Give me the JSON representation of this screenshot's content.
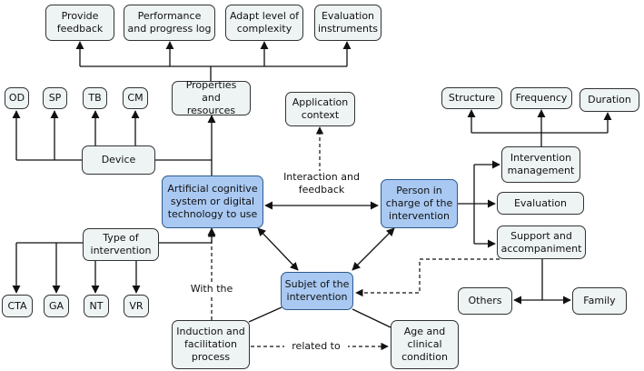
{
  "colors": {
    "box_fill": "#eef3f4",
    "central_fill": "#a9c9f2",
    "line": "#111111"
  },
  "nodes": {
    "provide_feedback": "Provide\nfeedback",
    "performance_log": "Performance\nand progress log",
    "adapt_complexity": "Adapt level of\ncomplexity",
    "evaluation_instruments": "Evaluation\ninstruments",
    "properties_resources": "Properties and\nresources",
    "application_context": "Application\ncontext",
    "od": "OD",
    "sp": "SP",
    "tb": "TB",
    "cm": "CM",
    "device": "Device",
    "artificial_system": "Artificial cognitive\nsystem or digital\ntechnology to use",
    "person_in_charge": "Person in\ncharge of the\nintervention",
    "structure": "Structure",
    "frequency": "Frequency",
    "duration": "Duration",
    "intervention_management": "Intervention\nmanagement",
    "evaluation": "Evaluation",
    "support_accompaniment": "Support and\naccompaniment",
    "type_of_intervention": "Type of\nintervention",
    "cta": "CTA",
    "ga": "GA",
    "nt": "NT",
    "vr": "VR",
    "subject": "Subjet of the\nintervention",
    "others": "Others",
    "family": "Family",
    "induction": "Induction and\nfacilitation\nprocess",
    "age_condition": "Age and\nclinical\ncondition"
  },
  "edge_labels": {
    "interaction_feedback": "Interaction and\nfeedback",
    "with_the": "With the",
    "related_to": "related to"
  }
}
